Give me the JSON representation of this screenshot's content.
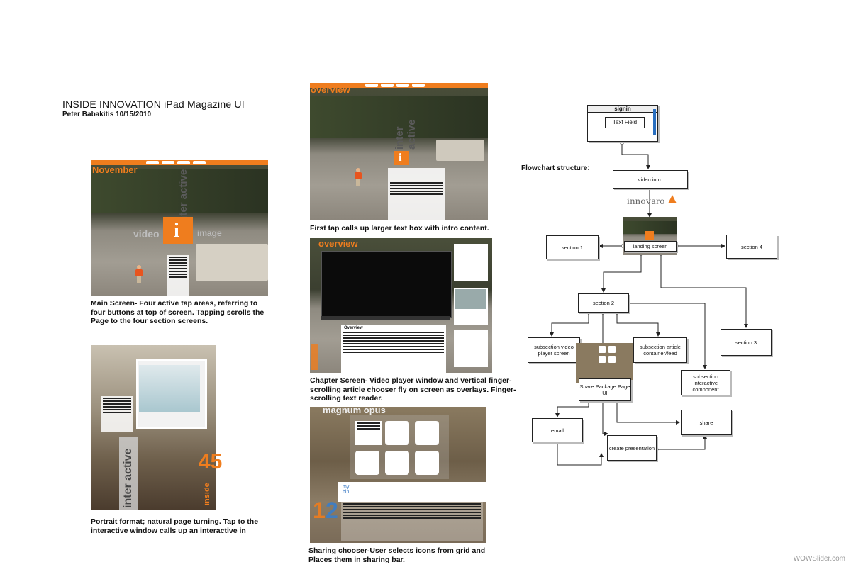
{
  "header": {
    "title": "INSIDE INNOVATION iPad Magazine UI",
    "author": "Peter Babakitis 10/15/2010"
  },
  "panels": {
    "main": {
      "label": "November",
      "word_left": "video",
      "word_right": "image",
      "vertical": "inter active",
      "caption": "Main Screen- Four active tap areas, referring to four buttons at top of screen. Tapping scrolls the Page to the four section screens."
    },
    "first_tap": {
      "label": "overview",
      "vertical": "inter active",
      "caption": "First tap calls up larger text box with intro content."
    },
    "chapter": {
      "label": "overview",
      "article_heading": "Overview",
      "caption": "Chapter Screen- Video player window and  vertical finger-scrolling article chooser fly on screen as overlays. Finger-scrolling text reader."
    },
    "sharing": {
      "label": "magnum opus",
      "bin_label": "my bin",
      "caption": "Sharing chooser-User selects icons from grid and Places them in sharing bar."
    },
    "portrait": {
      "vertical": "inter active",
      "number": "45",
      "side_word": "inside",
      "caption": "Portrait format; natural page turning. Tap to the interactive window calls up an interactive in"
    }
  },
  "flowchart": {
    "label": "Flowchart structure:",
    "brand": "innovaro",
    "signin": "signin",
    "text_field": "Text Field",
    "nodes": {
      "video_intro": "video intro",
      "landing": "landing screen",
      "section1": "section 1",
      "section2": "section 2",
      "section3": "section 3",
      "section4": "section 4",
      "sub_video": "subsection video player screen",
      "sub_article": "subsection article container/feed",
      "sub_interactive": "subsection interactive component",
      "share_package": "Share Package Page UI",
      "email": "email",
      "share": "share",
      "create_presentation": "create presentation"
    }
  },
  "footer": {
    "watermark": "WOWSlider.com"
  },
  "colors": {
    "accent": "#ef7d1e",
    "green": "#8db85a"
  }
}
